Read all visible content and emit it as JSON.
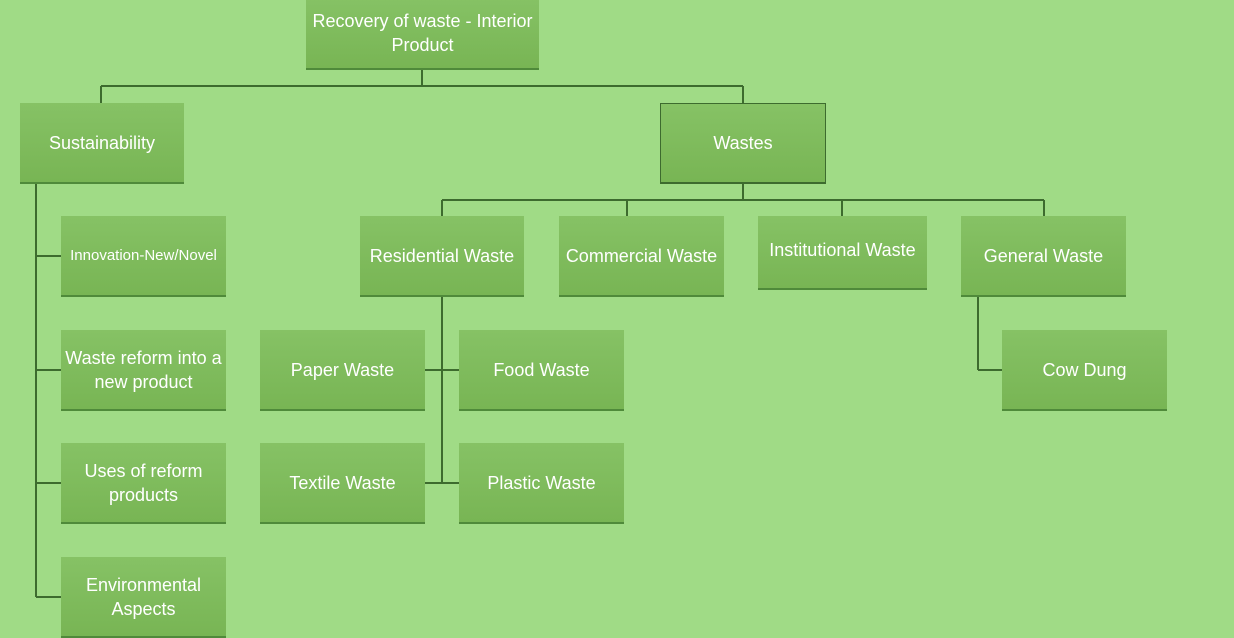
{
  "root": {
    "label": "Recovery of waste - Interior Product"
  },
  "sustainability": {
    "label": "Sustainability",
    "children": [
      {
        "label": "Innovation-New/Novel"
      },
      {
        "label": "Waste reform into a new product"
      },
      {
        "label": "Uses of reform products"
      },
      {
        "label": "Environmental Aspects"
      }
    ]
  },
  "wastes": {
    "label": "Wastes",
    "children": [
      {
        "label": "Residential Waste"
      },
      {
        "label": "Commercial Waste"
      },
      {
        "label": "Institutional Waste"
      },
      {
        "label": "General Waste"
      }
    ]
  },
  "residential": {
    "children": [
      {
        "label": "Paper Waste"
      },
      {
        "label": "Food Waste"
      },
      {
        "label": "Textile Waste"
      },
      {
        "label": "Plastic Waste"
      }
    ]
  },
  "general": {
    "children": [
      {
        "label": "Cow Dung"
      }
    ]
  }
}
